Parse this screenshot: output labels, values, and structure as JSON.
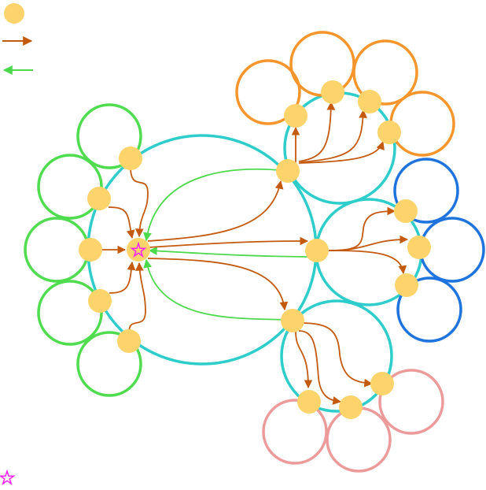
{
  "diagram": {
    "colors": {
      "node": "#FDD46B",
      "downward_arrow": "#C45A0E",
      "upward_arrow": "#4CD94C",
      "root_marker": "#FF22FF",
      "ring_center": "#2ECDCB",
      "ring_left": "#4FDC4F",
      "ring_top": "#F6952B",
      "ring_right": "#1E73DD",
      "ring_bottom": "#EC9A9A"
    },
    "legend": {
      "items": [
        {
          "icon": "node-dot"
        },
        {
          "icon": "orange-arrow-right"
        },
        {
          "icon": "green-arrow-left"
        },
        {
          "icon": "magenta-star"
        }
      ]
    },
    "nodes": [
      {
        "id": "root",
        "role": "root"
      },
      {
        "id": "hub-top"
      },
      {
        "id": "hub-right"
      },
      {
        "id": "hub-bottom"
      },
      {
        "id": "left-1"
      },
      {
        "id": "left-2"
      },
      {
        "id": "left-3"
      },
      {
        "id": "left-4"
      },
      {
        "id": "left-5"
      },
      {
        "id": "top-1"
      },
      {
        "id": "top-2"
      },
      {
        "id": "top-3"
      },
      {
        "id": "top-4"
      },
      {
        "id": "right-1"
      },
      {
        "id": "right-2"
      },
      {
        "id": "right-3"
      },
      {
        "id": "bottom-1"
      },
      {
        "id": "bottom-2"
      },
      {
        "id": "bottom-3"
      }
    ],
    "edges_down": [
      [
        "root",
        "hub-top"
      ],
      [
        "root",
        "hub-right"
      ],
      [
        "root",
        "hub-bottom"
      ],
      [
        "left-1",
        "root"
      ],
      [
        "left-2",
        "root"
      ],
      [
        "left-3",
        "root"
      ],
      [
        "left-4",
        "root"
      ],
      [
        "left-5",
        "root"
      ],
      [
        "hub-top",
        "top-1"
      ],
      [
        "hub-top",
        "top-2"
      ],
      [
        "hub-top",
        "top-3"
      ],
      [
        "hub-top",
        "top-4"
      ],
      [
        "hub-right",
        "right-1"
      ],
      [
        "hub-right",
        "right-2"
      ],
      [
        "hub-right",
        "right-3"
      ],
      [
        "hub-bottom",
        "bottom-1"
      ],
      [
        "hub-bottom",
        "bottom-2"
      ],
      [
        "hub-bottom",
        "bottom-3"
      ]
    ],
    "edges_up": [
      [
        "hub-top",
        "root"
      ],
      [
        "hub-right",
        "root"
      ],
      [
        "hub-bottom",
        "root"
      ]
    ]
  }
}
